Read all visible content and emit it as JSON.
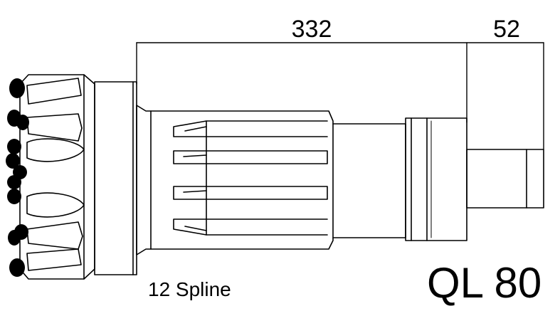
{
  "drawing": {
    "dimension_main": "332",
    "dimension_shank": "52",
    "spline_label": "12 Spline",
    "model_label": "QL 80"
  },
  "colors": {
    "line": "#000000",
    "background": "#ffffff"
  }
}
